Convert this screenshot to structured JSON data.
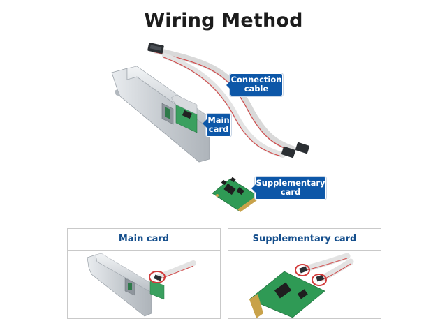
{
  "title": "Wiring Method",
  "callouts": {
    "connection_cable": "Connection\ncable",
    "main_card": "Main\ncard",
    "supplementary_card": "Supplementary\ncard"
  },
  "panels": [
    {
      "header": "Main card"
    },
    {
      "header": "Supplementary card"
    }
  ],
  "colors": {
    "callout": "#0d57a8",
    "panel_header_text": "#144e8c",
    "pcb_green": "#2f9a55",
    "highlight_circle": "#d23b3b"
  }
}
